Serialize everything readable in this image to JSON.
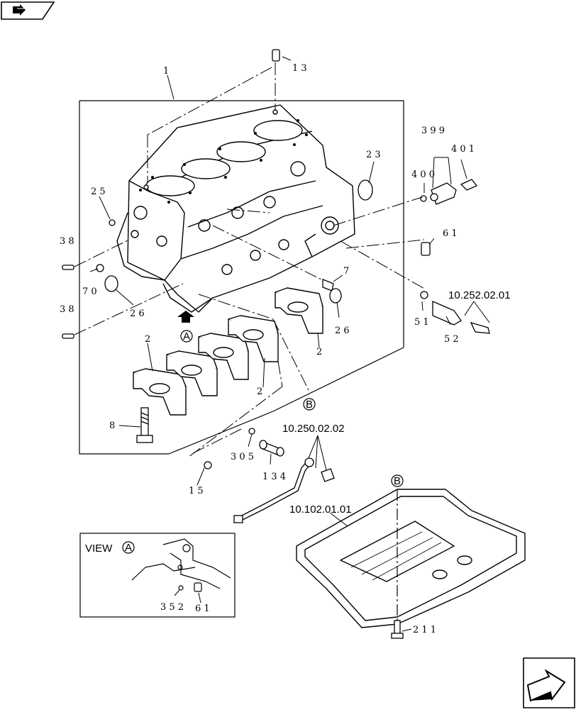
{
  "diagram": {
    "callouts": {
      "c13": "1 3",
      "c1": "1",
      "c399": "3 9 9",
      "c401": "4 0 1",
      "c400": "4 0 0",
      "c23": "2 3",
      "c25": "2 5",
      "c61": "6 1",
      "c38a": "3 8",
      "c70": "7 0",
      "c26a": "2 6",
      "c7": "7",
      "c26b": "2 6",
      "c51": "5 1",
      "c52": "5 2",
      "c38b": "3 8",
      "c2a": "2",
      "c2b": "2",
      "c2c": "2",
      "c8": "8",
      "c305": "3 0 5",
      "c134": "1 3 4",
      "c15": "1 5",
      "c211": "2 1 1",
      "c352": "3 5 2",
      "c61b": "6 1"
    },
    "references": {
      "sensor_ref": "10.252.02.01",
      "tube_ref": "10.250.02.02",
      "oil_pan_ref": "10.102.01.01"
    },
    "markers": {
      "view_marker": "A",
      "section_b": "B",
      "section_b_pan": "B"
    },
    "view_box": {
      "label": "VIEW",
      "marker": "A"
    }
  },
  "navigation": {
    "prev_icon": "book-arrow-icon",
    "next_icon": "arrow-right-icon"
  }
}
